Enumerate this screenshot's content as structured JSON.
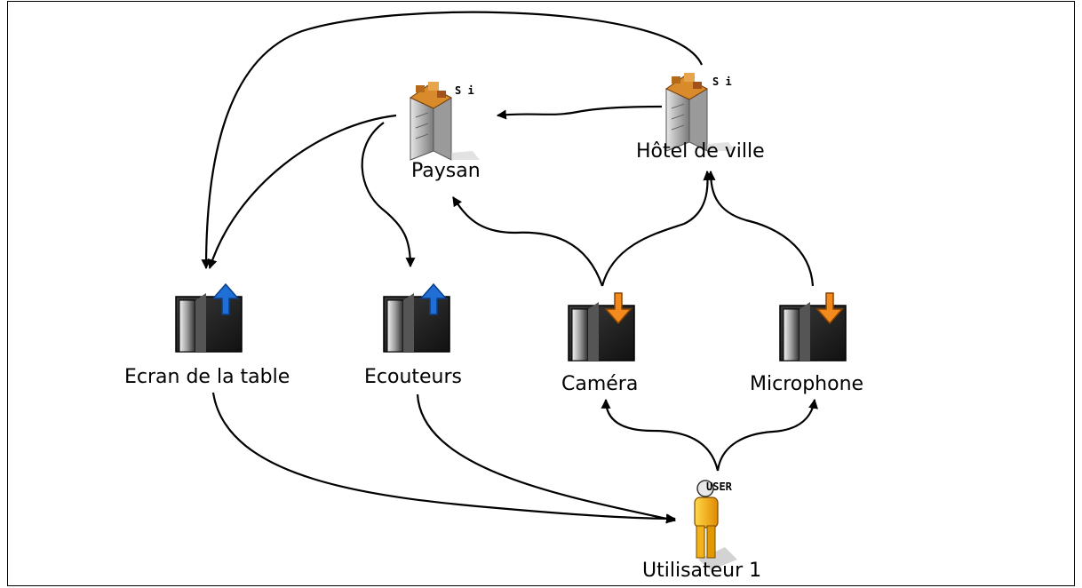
{
  "diagram": {
    "nodes": {
      "paysan": {
        "label": "Paysan",
        "badge": "S i",
        "icon": "server-icon"
      },
      "hotel": {
        "label": "Hôtel de ville",
        "badge": "S i",
        "icon": "server-icon"
      },
      "ecran": {
        "label": "Ecran de la table",
        "icon": "output-device-icon"
      },
      "ecouteurs": {
        "label": "Ecouteurs",
        "icon": "output-device-icon"
      },
      "camera": {
        "label": "Caméra",
        "icon": "input-device-icon"
      },
      "microphone": {
        "label": "Microphone",
        "icon": "input-device-icon"
      },
      "utilisateur": {
        "label": "Utilisateur 1",
        "badge": "USER",
        "icon": "user-icon"
      }
    },
    "edges": [
      {
        "from": "Hôtel de ville",
        "to": "Paysan"
      },
      {
        "from": "Hôtel de ville",
        "to": "Ecran de la table"
      },
      {
        "from": "Paysan",
        "to": "Ecran de la table"
      },
      {
        "from": "Paysan",
        "to": "Ecouteurs"
      },
      {
        "from": "Caméra",
        "to": "Paysan"
      },
      {
        "from": "Caméra",
        "to": "Hôtel de ville"
      },
      {
        "from": "Microphone",
        "to": "Hôtel de ville"
      },
      {
        "from": "Utilisateur 1",
        "to": "Caméra"
      },
      {
        "from": "Utilisateur 1",
        "to": "Microphone"
      },
      {
        "from": "Ecran de la table",
        "to": "Utilisateur 1"
      },
      {
        "from": "Ecouteurs",
        "to": "Utilisateur 1"
      }
    ],
    "colors": {
      "line": "#000000",
      "output_arrow": "#1f6fd6",
      "input_arrow": "#f28a1e",
      "user_body": "#f3b21a",
      "server_top": "#d98a2b"
    }
  }
}
